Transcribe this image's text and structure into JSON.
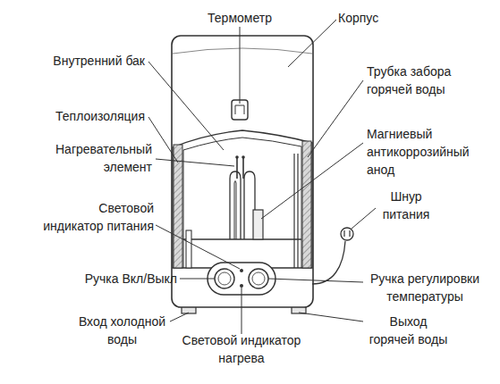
{
  "diagram": {
    "labels": [
      "Термометр",
      "Корпус",
      "Внутренний бак",
      "Трубка забора горячей воды",
      "Теплоизоляция",
      "Магниевый антикоррозийный анод",
      "Нагревательный элемент",
      "Световой индикатор питания",
      "Шнур питания",
      "Ручка Вкл/Выкл",
      "Ручка регулировки температуры",
      "Вход холодной воды",
      "Выход горячей воды",
      "Световой индикатор нагрева"
    ]
  }
}
